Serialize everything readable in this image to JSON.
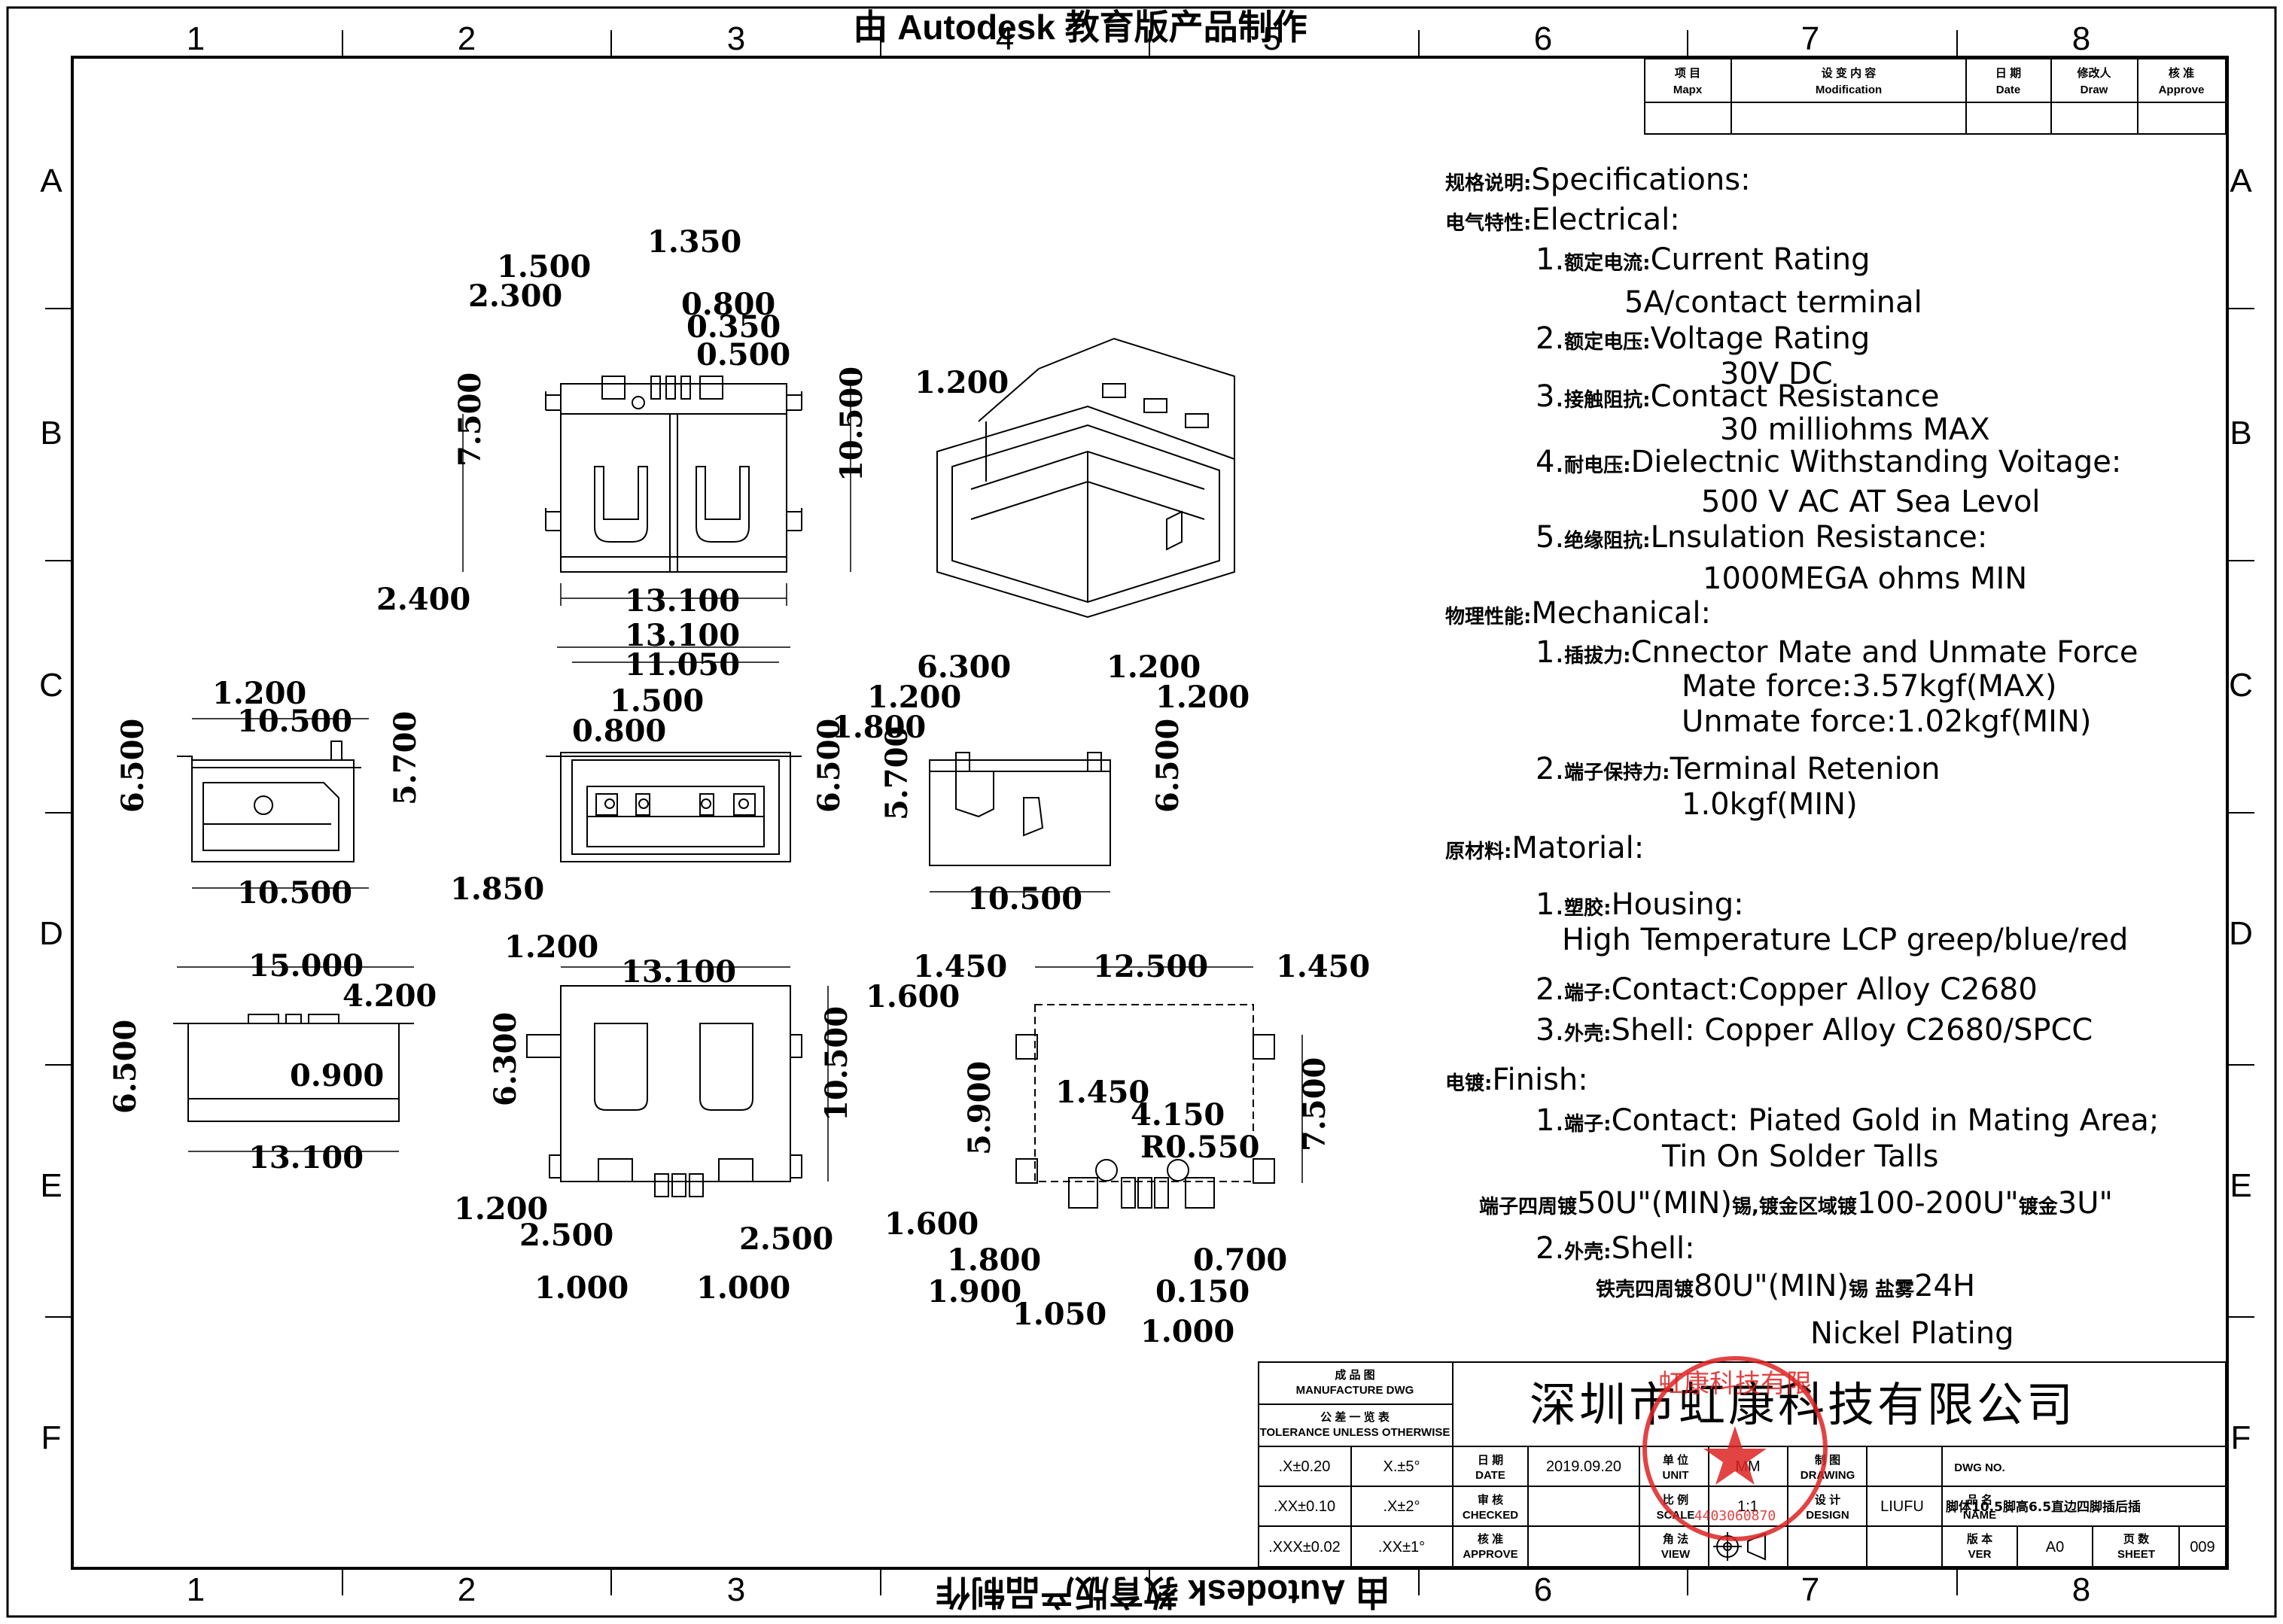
{
  "watermark": {
    "top": "由 Autodesk 教育版产品制作",
    "bottom": "由 Autodesk 教育版产品制作"
  },
  "grid": {
    "columns": [
      "1",
      "2",
      "3",
      "4",
      "5",
      "6",
      "7",
      "8"
    ],
    "rows": [
      "A",
      "B",
      "C",
      "D",
      "E",
      "F"
    ]
  },
  "revision_table": {
    "headers": [
      {
        "cn": "项 目",
        "en": "Mapx"
      },
      {
        "cn": "设 变 内 容",
        "en": "Modification"
      },
      {
        "cn": "日 期",
        "en": "Date"
      },
      {
        "cn": "修改人",
        "en": "Draw"
      },
      {
        "cn": "核 准",
        "en": "Approve"
      }
    ]
  },
  "specs": {
    "specifications": {
      "cn": "规格说明:",
      "en": "Specifications:"
    },
    "electrical": {
      "cn": "电气特性:",
      "en": "Electrical:"
    },
    "e1": {
      "num": "1.",
      "cn": "额定电流:",
      "en": "Current Rating",
      "value": "5A/contact terminal"
    },
    "e2": {
      "num": "2.",
      "cn": "额定电压:",
      "en": "Voltage Rating",
      "value": "30V DC"
    },
    "e3": {
      "num": "3.",
      "cn": "接触阻抗:",
      "en": "Contact Resistance",
      "value": "30 milliohms MAX"
    },
    "e4": {
      "num": "4.",
      "cn": "耐电压:",
      "en": "Dielectnic Withstanding Voitage:",
      "value": "500 V AC AT Sea Levol"
    },
    "e5": {
      "num": "5.",
      "cn": "绝缘阻抗:",
      "en": "Lnsulation Resistance:",
      "value": "1000MEGA ohms MIN"
    },
    "mechanical": {
      "cn": "物理性能:",
      "en": "Mechanical:"
    },
    "m1": {
      "num": "1.",
      "cn": "插拔力:",
      "en": "Cnnector Mate and Unmate Force",
      "value1": "Mate force:3.57kgf(MAX)",
      "value2": "Unmate force:1.02kgf(MIN)"
    },
    "m2": {
      "num": "2.",
      "cn": "端子保持力:",
      "en": "Terminal Retenion",
      "value": "1.0kgf(MIN)"
    },
    "material": {
      "cn": "原材料:",
      "en": "Matorial:"
    },
    "mat1": {
      "num": "1.",
      "cn": "塑胶:",
      "en": "Housing:",
      "value": "High Temperature LCP greep/blue/red"
    },
    "mat2": {
      "num": "2.",
      "cn": "端子:",
      "en": "Contact:Copper Alloy C2680"
    },
    "mat3": {
      "num": "3.",
      "cn": "外壳:",
      "en": "Shell: Copper Alloy C2680/SPCC"
    },
    "finish": {
      "cn": "电镀:",
      "en": "Finish:"
    },
    "f1": {
      "num": "1.",
      "cn": "端子:",
      "en": "Contact: Piated Gold in Mating Area;",
      "value": "Tin On Solder Talls"
    },
    "f1b": {
      "cn1": "端子四周镀",
      "v1": "50U\"(MIN)",
      "cn2": "锡,镀金区域镀",
      "v2": "100-200U\"",
      "cn3": "镀金",
      "v3": "3U\""
    },
    "f2": {
      "num": "2.",
      "cn": "外壳:",
      "en": "Shell:"
    },
    "f2b": {
      "cn1": "铁壳四周镀",
      "v1": "80U\"(MIN)",
      "cn2": "锡 盐雾",
      "v2": "24H"
    },
    "f2c": "Nickel Plating"
  },
  "title_block": {
    "company": "深圳市虹康科技有限公司",
    "mfg_cn": "成 品 图",
    "mfg_en": "MANUFACTURE DWG",
    "tol_cn": "公 差 一 览 表",
    "tol_en": "TOLERANCE UNLESS OTHERWISE",
    "tol_rows": [
      {
        "a": ".X±0.20",
        "b": "X.±5°"
      },
      {
        "a": ".XX±0.10",
        "b": ".X±2°"
      },
      {
        "a": ".XXX±0.02",
        "b": ".XX±1°"
      }
    ],
    "date_cn": "日 期",
    "date_en": "DATE",
    "date": "2019.09.20",
    "unit_cn": "单 位",
    "unit_en": "UNIT",
    "unit": "MM",
    "drawing_cn": "制 图",
    "drawing_en": "DRAWING",
    "dwgno_en": "DWG NO.",
    "check_cn": "审 核",
    "check_en": "CHECKED",
    "scale_cn": "比 例",
    "scale_en": "SCALE",
    "scale": "1:1",
    "design_cn": "设 计",
    "design_en": "DESIGN",
    "design": "LIUFU",
    "name_cn": "品 名",
    "name_en": "NAME",
    "name": "脚体10.5脚高6.5直边四脚插后插",
    "approve_cn": "核 准",
    "approve_en": "APPROVE",
    "view_cn": "角 法",
    "view_en": "VIEW",
    "ver_cn": "版 本",
    "ver_en": "VER",
    "ver": "A0",
    "sheet_cn": "页 数",
    "sheet_en": "SHEET",
    "sheet": "009"
  },
  "stamp": {
    "text": "虹康科技有限",
    "code": "4403060870"
  },
  "dims": {
    "top": [
      "1.350",
      "1.500",
      "2.300",
      "0.800",
      "0.350",
      "0.500",
      "1.200",
      "7.500",
      "10.500",
      "2.400",
      "13.100"
    ],
    "front": [
      "13.100",
      "11.050",
      "1.500",
      "0.800",
      "6.500",
      "1.850"
    ],
    "side_left": [
      "1.200",
      "10.500",
      "6.500",
      "5.700",
      "10.500"
    ],
    "side_right": [
      "6.300",
      "1.200",
      "1.200",
      "1.200",
      "1.800",
      "5.700",
      "6.500",
      "10.500"
    ],
    "bottom_left": [
      "15.000",
      "4.200",
      "6.500",
      "0.900",
      "13.100"
    ],
    "bottom_mid": [
      "1.200",
      "13.100",
      "6.300",
      "10.500",
      "1.200",
      "2.500",
      "2.500",
      "1.000",
      "1.000"
    ],
    "pcb": [
      "1.450",
      "12.500",
      "1.450",
      "1.600",
      "5.900",
      "1.450",
      "4.150",
      "R0.550",
      "7.500",
      "1.600",
      "1.800",
      "0.700",
      "1.900",
      "0.150",
      "1.050",
      "1.000"
    ]
  }
}
